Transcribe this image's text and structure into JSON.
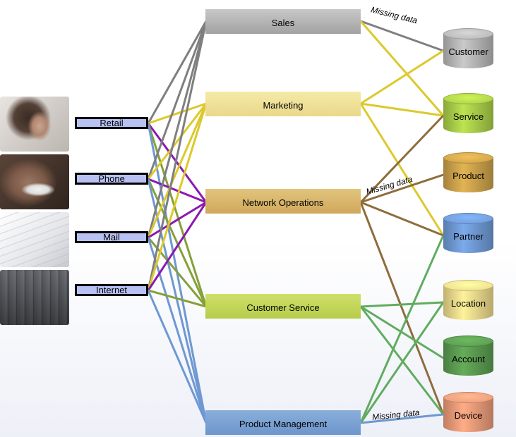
{
  "channels": [
    {
      "key": "retail",
      "label": "Retail"
    },
    {
      "key": "phone",
      "label": "Phone"
    },
    {
      "key": "mail",
      "label": "Mail"
    },
    {
      "key": "internet",
      "label": "Internet"
    }
  ],
  "departments": [
    {
      "key": "sales",
      "label": "Sales"
    },
    {
      "key": "marketing",
      "label": "Marketing"
    },
    {
      "key": "network",
      "label": "Network Operations"
    },
    {
      "key": "custservice",
      "label": "Customer Service"
    },
    {
      "key": "prodmgmt",
      "label": "Product Management"
    }
  ],
  "data_entities": [
    {
      "key": "customer",
      "label": "Customer",
      "color": "#b4b4b4"
    },
    {
      "key": "service",
      "label": "Service",
      "color": "#a8cc48"
    },
    {
      "key": "product",
      "label": "Product",
      "color": "#c9a04a"
    },
    {
      "key": "partner",
      "label": "Partner",
      "color": "#6e98d2"
    },
    {
      "key": "location",
      "label": "Location",
      "color": "#ead88a"
    },
    {
      "key": "account",
      "label": "Account",
      "color": "#5a9a50"
    },
    {
      "key": "device",
      "label": "Device",
      "color": "#e89a78"
    }
  ],
  "missing_data_labels": [
    "Missing data",
    "Missing data",
    "Missing data"
  ],
  "colors": {
    "sales": "#7f7f7f",
    "marketing": "#dcc92c",
    "network": "#8e6c3c",
    "custservice": "#86a03a",
    "prodmgmt": "#6e98d2",
    "service_links": "#60ac60",
    "channel_purple": "#8a1ab0"
  },
  "connections": {
    "channel_to_department": [
      [
        "retail",
        "sales"
      ],
      [
        "retail",
        "marketing"
      ],
      [
        "retail",
        "network"
      ],
      [
        "retail",
        "custservice"
      ],
      [
        "retail",
        "prodmgmt"
      ],
      [
        "phone",
        "sales"
      ],
      [
        "phone",
        "marketing"
      ],
      [
        "phone",
        "network"
      ],
      [
        "phone",
        "custservice"
      ],
      [
        "phone",
        "prodmgmt"
      ],
      [
        "mail",
        "sales"
      ],
      [
        "mail",
        "marketing"
      ],
      [
        "mail",
        "network"
      ],
      [
        "mail",
        "custservice"
      ],
      [
        "mail",
        "prodmgmt"
      ],
      [
        "internet",
        "sales"
      ],
      [
        "internet",
        "marketing"
      ],
      [
        "internet",
        "network"
      ],
      [
        "internet",
        "custservice"
      ],
      [
        "internet",
        "prodmgmt"
      ]
    ],
    "department_to_entity": [
      [
        "sales",
        "customer"
      ],
      [
        "sales",
        "service"
      ],
      [
        "marketing",
        "customer"
      ],
      [
        "marketing",
        "service"
      ],
      [
        "marketing",
        "partner"
      ],
      [
        "network",
        "service"
      ],
      [
        "network",
        "product"
      ],
      [
        "network",
        "partner"
      ],
      [
        "network",
        "device"
      ],
      [
        "custservice",
        "location"
      ],
      [
        "custservice",
        "account"
      ],
      [
        "custservice",
        "device"
      ],
      [
        "prodmgmt",
        "partner"
      ],
      [
        "prodmgmt",
        "location"
      ],
      [
        "prodmgmt",
        "device"
      ]
    ]
  }
}
